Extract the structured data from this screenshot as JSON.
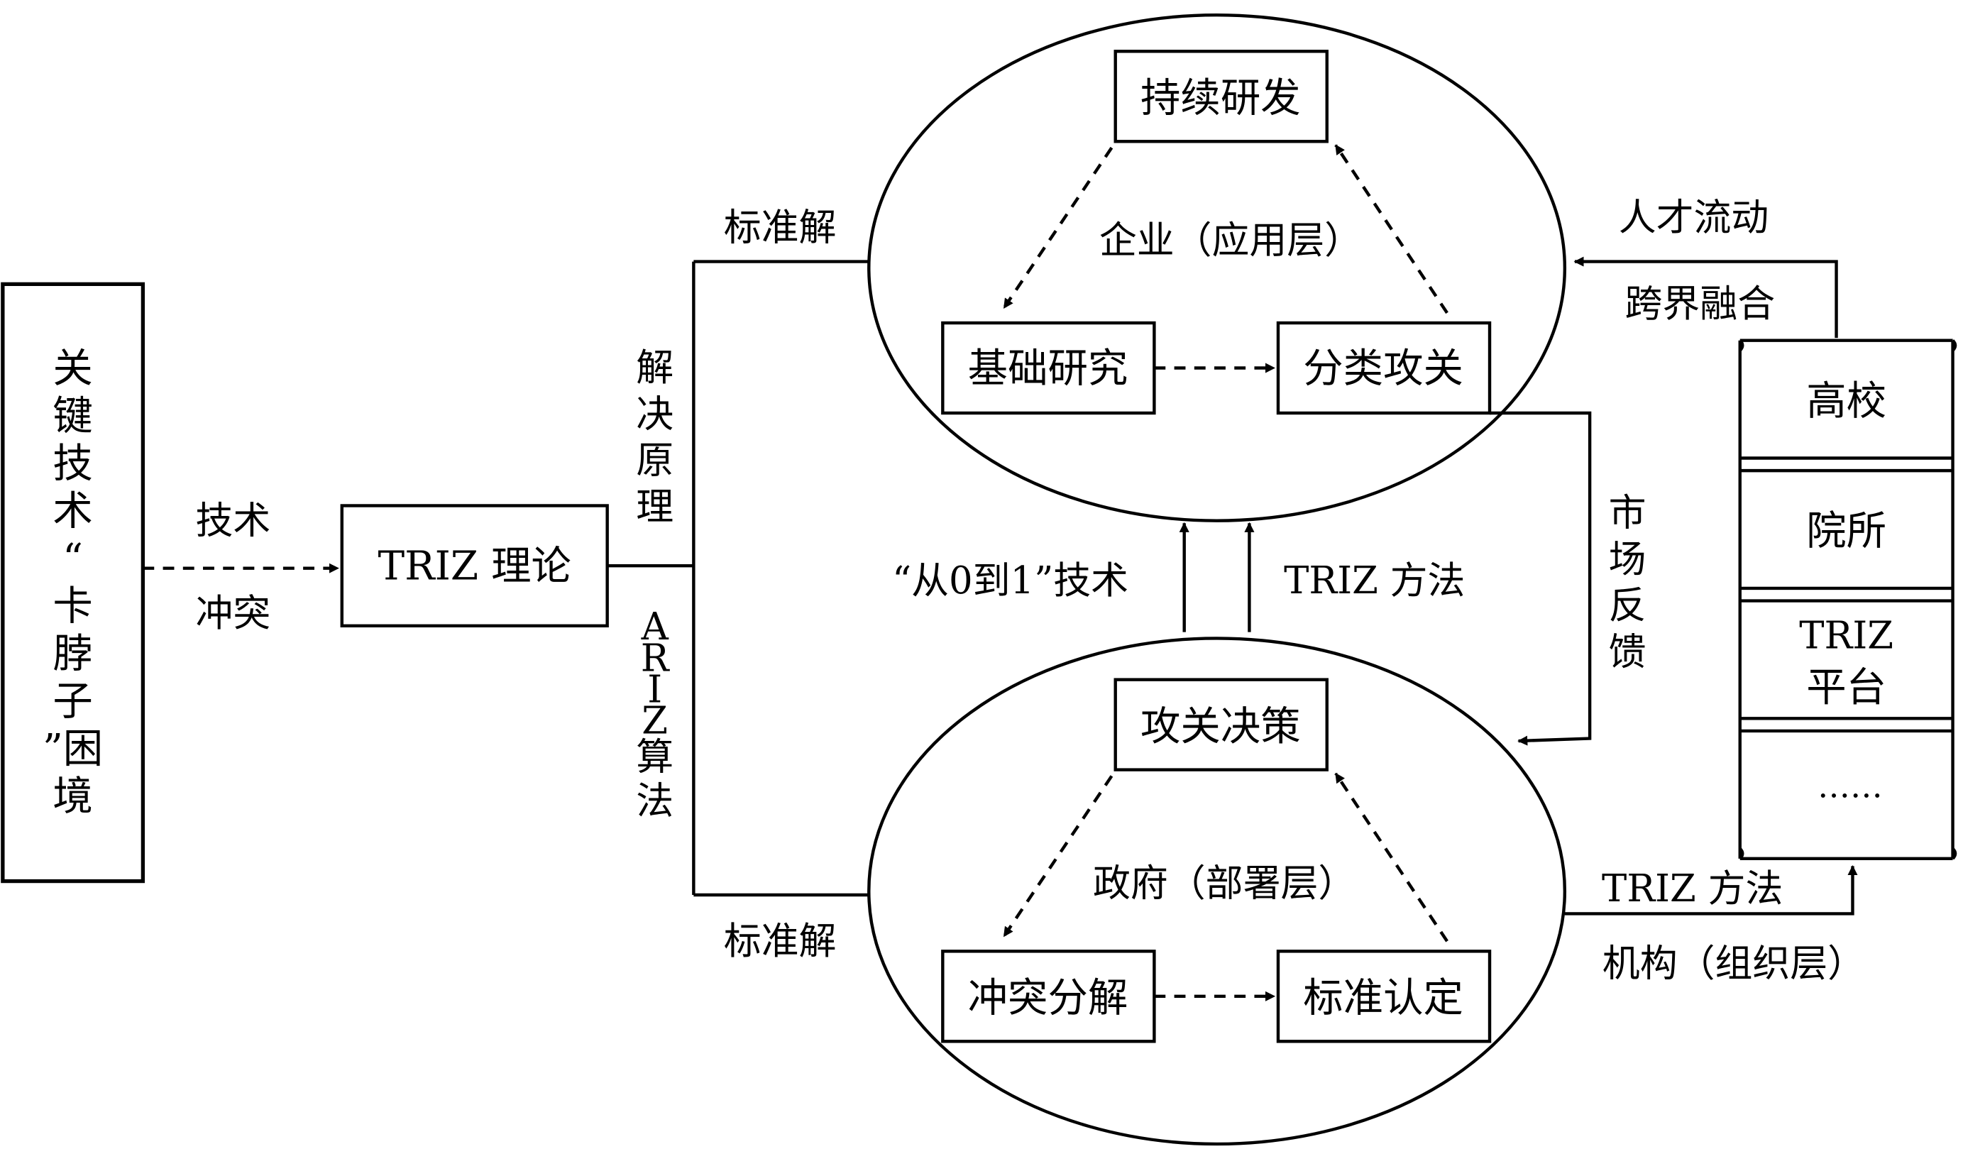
{
  "left_box": {
    "lines": [
      "关",
      "键",
      "技",
      "术",
      "“",
      "卡",
      "脖",
      "子",
      "”困",
      "境"
    ]
  },
  "arrow_label_top": "技术",
  "arrow_label_bottom": "冲突",
  "triz_theory": "TRIZ 理论",
  "branch": {
    "top_label": "标准解",
    "bottom_label": "标准解",
    "upper_vertical": [
      "解",
      "决",
      "原",
      "理"
    ],
    "lower_vertical": [
      "A",
      "R",
      "I",
      "Z",
      "算",
      "法"
    ]
  },
  "enterprise": {
    "layer": "企业（应用层）",
    "top": "持续研发",
    "left": "基础研究",
    "right": "分类攻关"
  },
  "government": {
    "layer": "政府（部署层）",
    "top": "攻关决策",
    "left": "冲突分解",
    "right": "标准认定"
  },
  "middle_labels": {
    "left": "“从0到1”技术",
    "right": "TRIZ 方法"
  },
  "market_feedback": [
    "市",
    "场",
    "反",
    "馈"
  ],
  "talent_top": "人才流动",
  "talent_bottom": "跨界融合",
  "institutions": {
    "cells": [
      "高校",
      "院所",
      "TRIZ",
      "平台",
      "……"
    ],
    "method_label": "TRIZ 方法",
    "layer": "机构（组织层）"
  }
}
